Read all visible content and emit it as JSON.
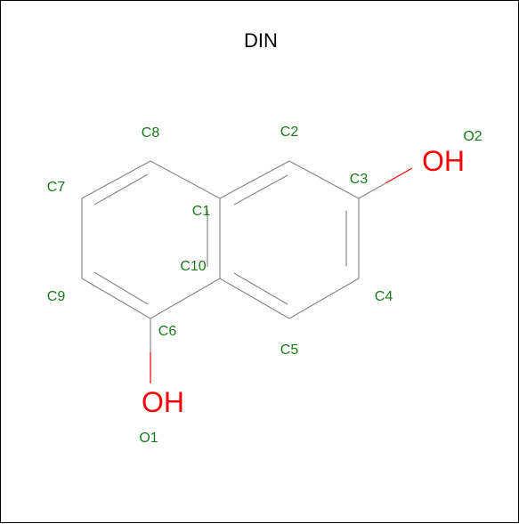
{
  "title": "DIN",
  "colors": {
    "bond": "#888888",
    "carbon_label": "#1a7a1a",
    "oxygen": "#ff0000",
    "title": "#000000",
    "border": "#000000"
  },
  "atom_labels": {
    "C1": "C1",
    "C2": "C2",
    "C3": "C3",
    "C4": "C4",
    "C5": "C5",
    "C6": "C6",
    "C7": "C7",
    "C8": "C8",
    "C9": "C9",
    "C10": "C10",
    "O1": "O1",
    "O2": "O2"
  },
  "hydroxyl_groups": {
    "OH_top": "OH",
    "OH_bottom": "OH"
  }
}
